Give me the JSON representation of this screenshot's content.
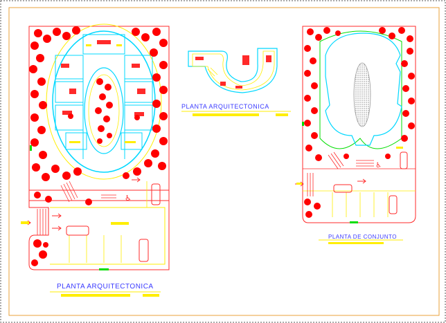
{
  "drawing": {
    "labels": {
      "main_plan": "PLANTA ARQUITECTONICA",
      "upper_plan": "PLANTA ARQUITECTONICA",
      "site_plan": "PLANTA DE CONJUNTO"
    },
    "colors": {
      "frame": "#e8a23a",
      "wall": "#00d8ff",
      "outline": "#ff2a2a",
      "tree": "#ff0000",
      "yellow": "#ffee00",
      "green": "#00dd00",
      "label": "#3a3aff",
      "hatch": "#999999"
    },
    "icons": [
      "tree-icon",
      "car-icon",
      "accessibility-icon",
      "arrow-icon"
    ]
  }
}
